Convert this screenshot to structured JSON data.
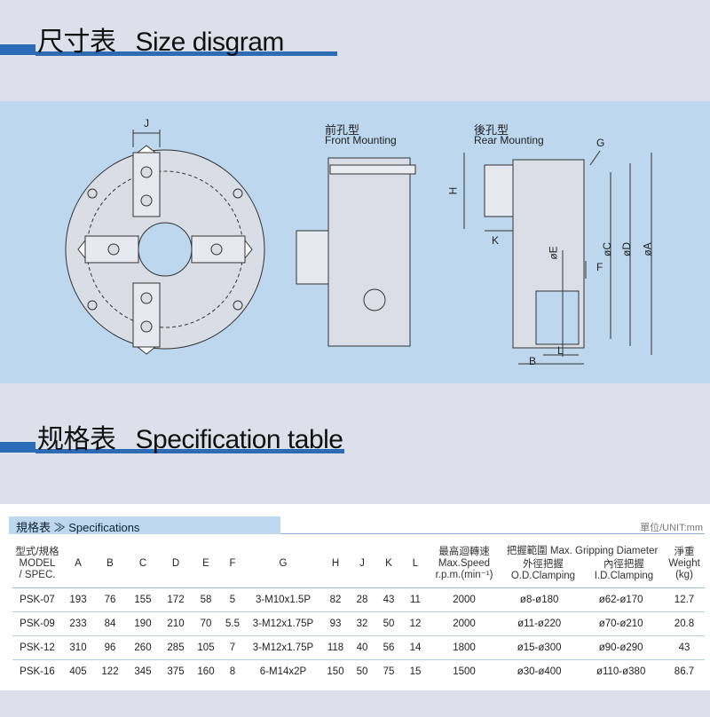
{
  "section1": {
    "title_cn": "尺寸表",
    "title_en": "Size disgram"
  },
  "diagram": {
    "front_cn": "前孔型",
    "front_en": "Front Mounting",
    "rear_cn": "後孔型",
    "rear_en": "Rear Mounting",
    "dims": {
      "J": "J",
      "G": "G",
      "H": "H",
      "K": "K",
      "E": "øE",
      "C": "øC",
      "D": "øD",
      "A": "øA",
      "F": "F",
      "B": "B",
      "L": "L"
    }
  },
  "section2": {
    "title_cn": "规格表",
    "title_en": "Specification table"
  },
  "spec": {
    "header_label": "規格表 ≫ Specifications",
    "unit": "單位/UNIT:mm",
    "columns": {
      "model": "型式/規格",
      "model_en": "MODEL",
      "model_en2": "/ SPEC.",
      "A": "A",
      "B": "B",
      "C": "C",
      "D": "D",
      "E": "E",
      "F": "F",
      "G": "G",
      "H": "H",
      "J": "J",
      "K": "K",
      "L": "L",
      "speed_cn": "最高迴轉速",
      "speed_en": "Max.Speed",
      "speed_unit": "r.p.m.(min⁻¹)",
      "grip_title": "把握範圍  Max. Gripping Diameter",
      "od_cn": "外徑把握",
      "od_en": "O.D.Clamping",
      "id_cn": "內徑把握",
      "id_en": "I.D.Clamping",
      "weight_cn": "淨重",
      "weight_en": "Weight",
      "weight_unit": "(kg)"
    },
    "rows": [
      [
        "PSK-07",
        "193",
        "76",
        "155",
        "172",
        "58",
        "5",
        "3-M10x1.5P",
        "82",
        "28",
        "43",
        "11",
        "2000",
        "ø8-ø180",
        "ø62-ø170",
        "12.7"
      ],
      [
        "PSK-09",
        "233",
        "84",
        "190",
        "210",
        "70",
        "5.5",
        "3-M12x1.75P",
        "93",
        "32",
        "50",
        "12",
        "2000",
        "ø11-ø220",
        "ø70-ø210",
        "20.8"
      ],
      [
        "PSK-12",
        "310",
        "96",
        "260",
        "285",
        "105",
        "7",
        "3-M12x1.75P",
        "118",
        "40",
        "56",
        "14",
        "1800",
        "ø15-ø300",
        "ø90-ø290",
        "43"
      ],
      [
        "PSK-16",
        "405",
        "122",
        "345",
        "375",
        "160",
        "8",
        "6-M14x2P",
        "150",
        "50",
        "75",
        "15",
        "1500",
        "ø30-ø400",
        "ø110-ø380",
        "86.7"
      ]
    ]
  }
}
